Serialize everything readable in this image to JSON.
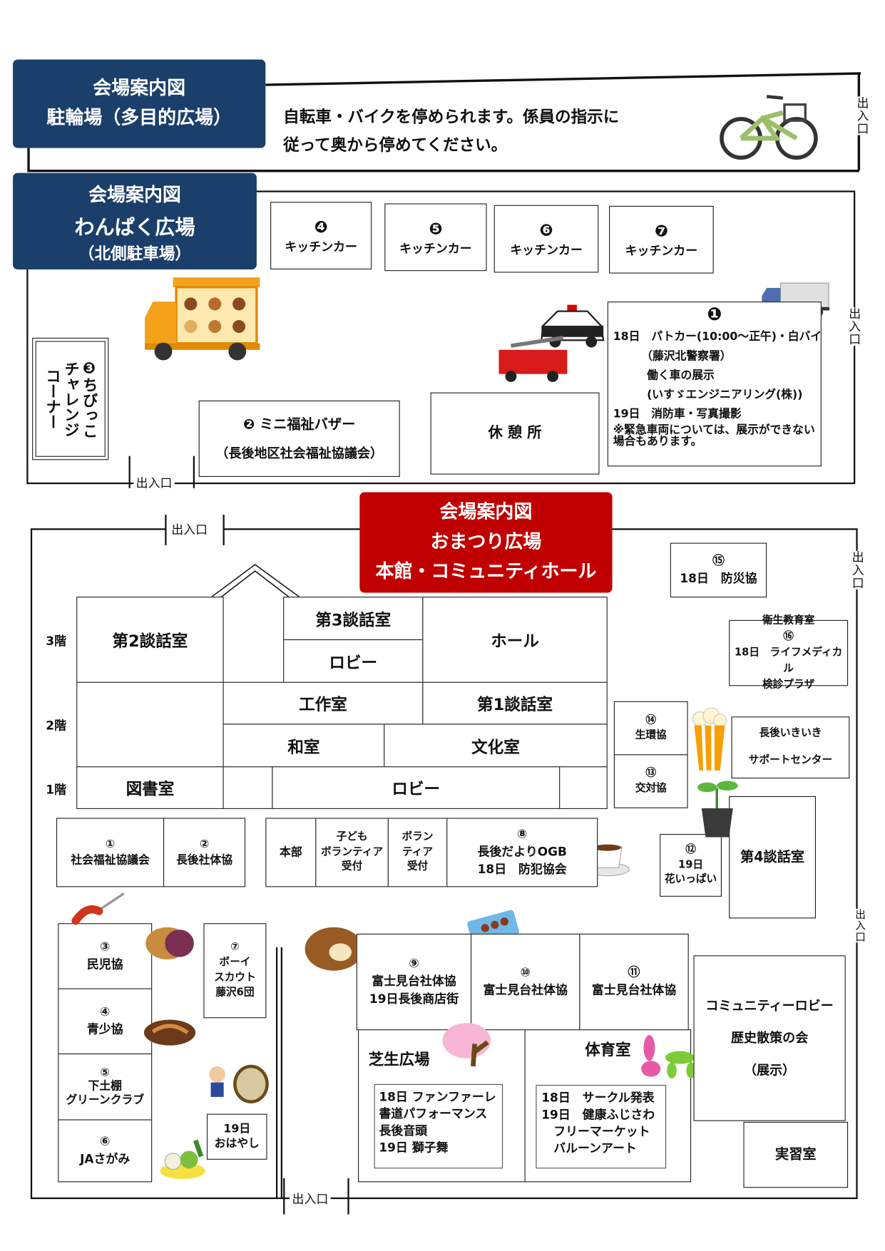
{
  "bicycle_parking": {
    "banner": "会場案内図\n駐輪場（多目的広場）",
    "note": "自転車・バイクを停められます。係員の指示に\n従って奥から停めてください。",
    "entrance": "出入口"
  },
  "wanpaku": {
    "banner_line1": "会場案内図",
    "banner_line2": "わんぱく広場",
    "banner_line3": "（北側駐車場）",
    "kitchen_cars": [
      {
        "num": "❹",
        "label": "キッチンカー"
      },
      {
        "num": "❺",
        "label": "キッチンカー"
      },
      {
        "num": "❻",
        "label": "キッチンカー"
      },
      {
        "num": "❼",
        "label": "キッチンカー"
      }
    ],
    "challenge_corner": "❸ちびっこ\nチャレンジ\nコーナー",
    "bazaar": {
      "title": "❷ ミニ福祉バザー",
      "org": "（長後地区社会福祉協議会）"
    },
    "rest_area": "休 憩 所",
    "vehicles": {
      "num": "❶",
      "text": "18日　パトカー(10:00～正午)・白バイ\n　　　（藤沢北警察署）\n　　　働く車の展示\n　　　(いすゞエンジニアリング(株))\n19日　消防車・写真撮影",
      "note": "※緊急車両については、展示ができない場合もあります。"
    },
    "entrance_right": "出入口",
    "entrance_bottom": "出入口"
  },
  "omatsuri": {
    "banner": "会場案内図\nおまつり広場\n本館・コミュニティホール",
    "entrance_top": "出入口",
    "entrance_right_1": "出入口",
    "entrance_right_2": "出入口",
    "entrance_bottom": "出入口",
    "floors": [
      "3階",
      "2階",
      "1階"
    ],
    "rooms": {
      "danwa2": "第2談話室",
      "danwa3": "第3談話室",
      "lobby3": "ロビー",
      "hall": "ホール",
      "kosaku": "工作室",
      "danwa1": "第1談話室",
      "washitsu": "和室",
      "bunka": "文化室",
      "tosho": "図書室",
      "lobby1": "ロビー",
      "danwa4": "第4談話室",
      "jisshu": "実習室"
    },
    "booths": {
      "b15": "⑮\n18日　防災協",
      "b16": "衛生教育室\n⑯\n18日　ライフメディカル\n検診プラザ",
      "ikiiki": "長後いきいき\n\nサポートセンター",
      "b14": "⑭\n生環協",
      "b13": "⑬\n交対協",
      "b12": "⑫\n19日\n花いっぱい",
      "b1": "①\n社会福祉協議会",
      "b2": "②\n長後社体協",
      "honbu": "本部",
      "kodomo": "子ども\nボランティア\n受付",
      "volunteer": "ボラン\nティア\n受付",
      "b8": "⑧\n長後だよりOGB\n18日　防犯協会",
      "b3": "③\n民児協",
      "b4": "④\n青少協",
      "b5": "⑤\n下土棚\nグリーンクラブ",
      "b6": "⑥\nJAさがみ",
      "b7": "⑦\nボーイ\nスカウト\n藤沢6団",
      "ohayashi": "19日\nおはやし",
      "b9": "⑨\n富士見台社体協\n19日長後商店街",
      "b10": "⑩\n富士見台社体協",
      "b11": "⑪\n富士見台社体協",
      "community": "コミュニティーロビー\n\n歴史散策の会\n\n（展示）"
    },
    "lawn": {
      "title": "芝生広場",
      "events": "18日 ファンファーレ\n書道パフォーマンス\n長後音頭\n19日 獅子舞"
    },
    "gym": {
      "title": "体育室",
      "events": "18日　サークル発表\n19日　健康ふじさわ\n　フリーマーケット\n　バルーンアート"
    }
  }
}
